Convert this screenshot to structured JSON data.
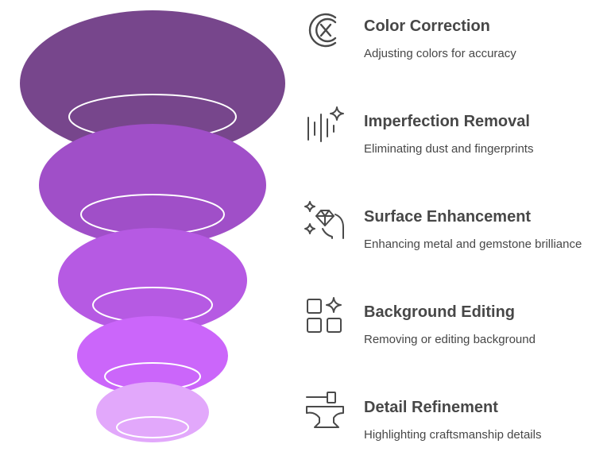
{
  "colors": {
    "text": "#474747",
    "icon": "#4a4a4a",
    "ring": "#ffffff",
    "layers": [
      "#77468c",
      "#a04fc8",
      "#b65ae3",
      "#cb66fa",
      "#e2a8fb"
    ]
  },
  "steps": [
    {
      "title": "Color Correction",
      "description": "Adjusting colors for accuracy",
      "icon": "color-correction-icon"
    },
    {
      "title": "Imperfection Removal",
      "description": "Eliminating dust and fingerprints",
      "icon": "sparkle-lines-icon"
    },
    {
      "title": "Surface Enhancement",
      "description": "Enhancing metal and gemstone brilliance",
      "icon": "hand-gem-sparkle-icon"
    },
    {
      "title": "Background Editing",
      "description": "Removing or editing background",
      "icon": "grid-sparkle-icon"
    },
    {
      "title": "Detail Refinement",
      "description": "Highlighting craftsmanship details",
      "icon": "anvil-hammer-icon"
    }
  ]
}
